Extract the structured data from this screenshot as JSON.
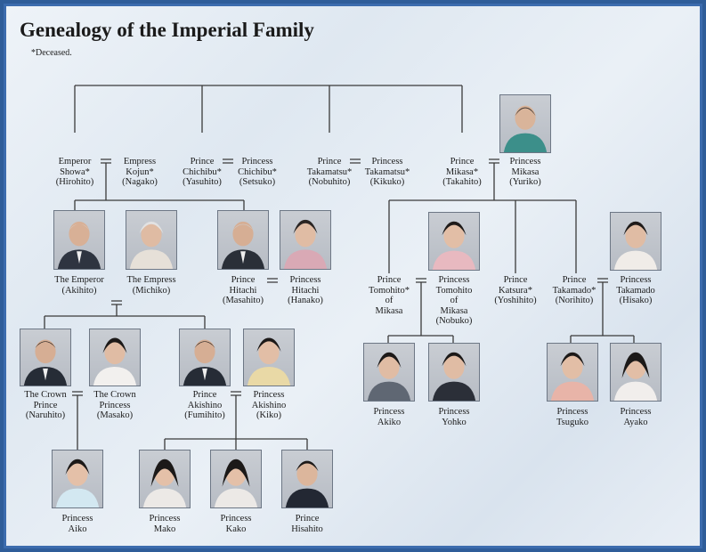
{
  "title": "Genealogy of the Imperial Family",
  "note": "*Deceased.",
  "people": {
    "showa": "Emperor\nShowa*\n(Hirohito)",
    "kojun": "Empress\nKojun*\n(Nagako)",
    "chichibu": "Prince\nChichibu*\n(Yasuhito)",
    "chichibu_w": "Princess\nChichibu*\n(Setsuko)",
    "takamatsu": "Prince\nTakamatsu*\n(Nobuhito)",
    "takamatsu_w": "Princess\nTakamatsu*\n(Kikuko)",
    "mikasa": "Prince\nMikasa*\n(Takahito)",
    "mikasa_w": "Princess\nMikasa\n(Yuriko)",
    "emperor": "The Emperor\n(Akihito)",
    "empress": "The Empress\n(Michiko)",
    "hitachi": "Prince\nHitachi\n(Masahito)",
    "hitachi_w": "Princess\nHitachi\n(Hanako)",
    "tomohito": "Prince\nTomohito*\nof\nMikasa",
    "tomohito_w": "Princess\nTomohito\nof\nMikasa\n(Nobuko)",
    "katsura": "Prince\nKatsura*\n(Yoshihito)",
    "takamado": "Prince\nTakamado*\n(Norihito)",
    "takamado_w": "Princess\nTakamado\n(Hisako)",
    "crown_prince": "The Crown\nPrince\n(Naruhito)",
    "crown_princess": "The Crown\nPrincess\n(Masako)",
    "akishino": "Prince\nAkishino\n(Fumihito)",
    "akishino_w": "Princess\nAkishino\n(Kiko)",
    "akiko": "Princess\nAkiko",
    "yohko": "Princess\nYohko",
    "tsuguko": "Princess\nTsuguko",
    "ayako": "Princess\nAyako",
    "aiko": "Princess\nAiko",
    "mako": "Princess\nMako",
    "kako": "Princess\nKako",
    "hisahito": "Prince\nHisahito"
  },
  "colors": {
    "background": "#e6edf4",
    "frame": "#3c6cae",
    "line": "#3a3a3a"
  }
}
